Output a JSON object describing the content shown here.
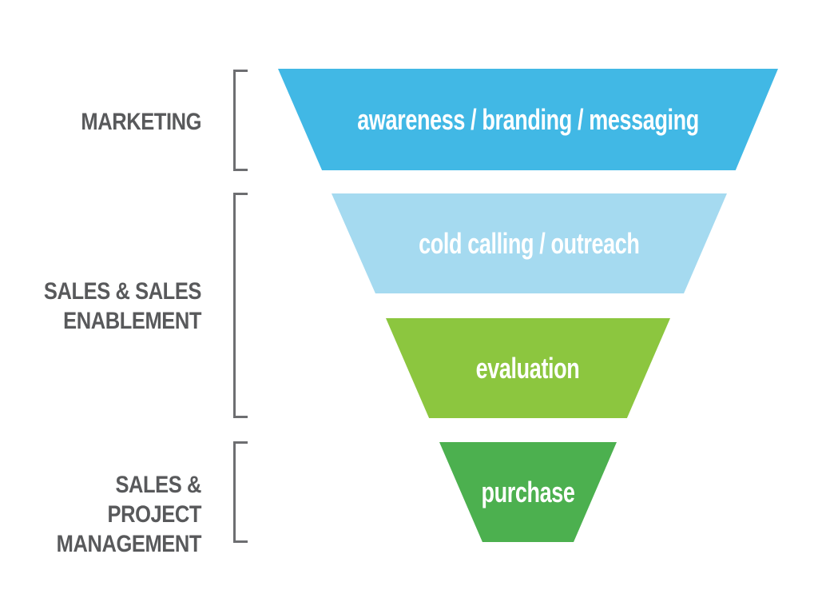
{
  "groups": [
    {
      "label": "MARKETING"
    },
    {
      "label": "SALES & SALES\nENABLEMENT"
    },
    {
      "label": "SALES & PROJECT\nMANAGEMENT"
    }
  ],
  "funnel": {
    "stages": [
      {
        "label": "awareness / branding / messaging",
        "color": "#41B8E5"
      },
      {
        "label": "cold calling / outreach",
        "color": "#A5DAF0"
      },
      {
        "label": "evaluation",
        "color": "#8CC63F"
      },
      {
        "label": "purchase",
        "color": "#4CB04F"
      }
    ]
  },
  "colors": {
    "background": "#FFFFFF",
    "label_text": "#58595B",
    "bracket": "#6D6E71",
    "stage_text": "#FFFFFF"
  }
}
